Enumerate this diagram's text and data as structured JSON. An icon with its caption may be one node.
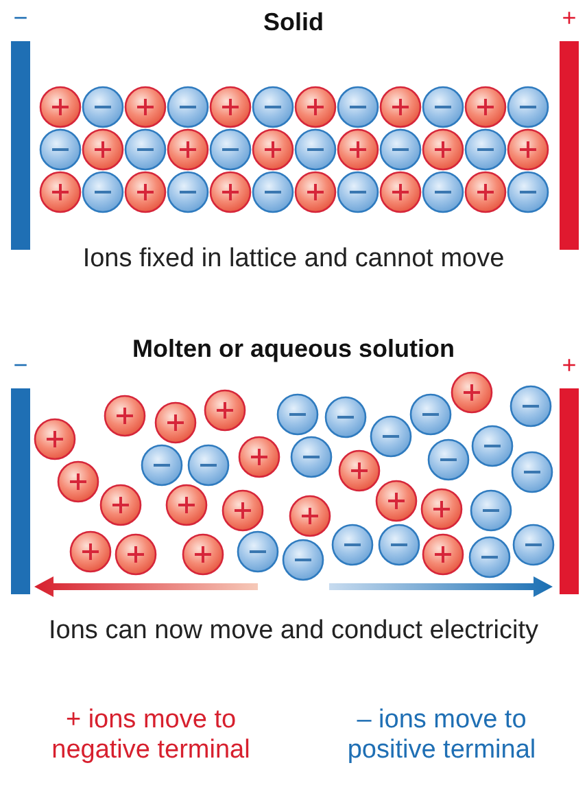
{
  "diagram": {
    "nodes": [
      {
        "text": [],
        "shape": "bar",
        "beside": [
          "−"
        ]
      },
      {
        "text": [],
        "shape": "bar",
        "beside": [
          "+"
        ]
      },
      {
        "text": [],
        "shape": "bar",
        "beside": [
          "−"
        ]
      },
      {
        "text": [],
        "shape": "bar",
        "beside": [
          "+"
        ]
      }
    ],
    "labels": [
      "Solid",
      "Ions fixed in lattice and cannot move",
      "Molten or aqueous solution",
      "Ions can now move and conduct electricity",
      "+ ions move to negative terminal",
      "– ions move to positive terminal"
    ]
  }
}
